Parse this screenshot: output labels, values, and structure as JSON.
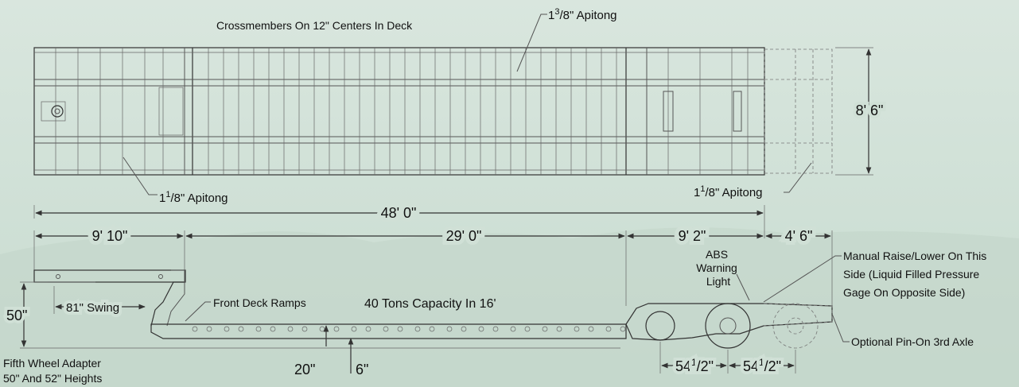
{
  "top_view": {
    "crossmembers": "Crossmembers On 12\" Centers In Deck",
    "apitong_center_whole": "1",
    "apitong_center_sup": "3",
    "apitong_center_rest": "/8\" Apitong",
    "width": "8' 6\"",
    "apitong_left_whole": "1",
    "apitong_left_sup": "1",
    "apitong_left_rest": "/8\" Apitong",
    "apitong_right_whole": "1",
    "apitong_right_sup": "1",
    "apitong_right_rest": "/8\" Apitong"
  },
  "side_view": {
    "overall_length": "48' 0\"",
    "gooseneck_length": "9' 10\"",
    "deck_length": "29' 0\"",
    "rear_length": "9' 2\"",
    "third_axle_length": "4' 6\"",
    "height": "50\"",
    "swing": "81\" Swing",
    "front_deck_ramps": "Front Deck Ramps",
    "capacity": "40 Tons Capacity In 16'",
    "deck_height": "20\"",
    "deck_depth": "6\"",
    "abs_line1": "ABS",
    "abs_line2": "Warning",
    "abs_line3": "Light",
    "manual_line1": "Manual Raise/Lower On This",
    "manual_line2": "Side (Liquid Filled Pressure",
    "manual_line3": "Gage On Opposite Side)",
    "optional_axle": "Optional Pin-On 3rd Axle",
    "spacing1_whole": "54",
    "spacing1_sup": "1",
    "spacing1_rest": "/2\"",
    "spacing2_whole": "54",
    "spacing2_sup": "1",
    "spacing2_rest": "/2\"",
    "fifth_wheel_line1": "Fifth Wheel Adapter",
    "fifth_wheel_line2": "50\" And 52\" Heights"
  }
}
